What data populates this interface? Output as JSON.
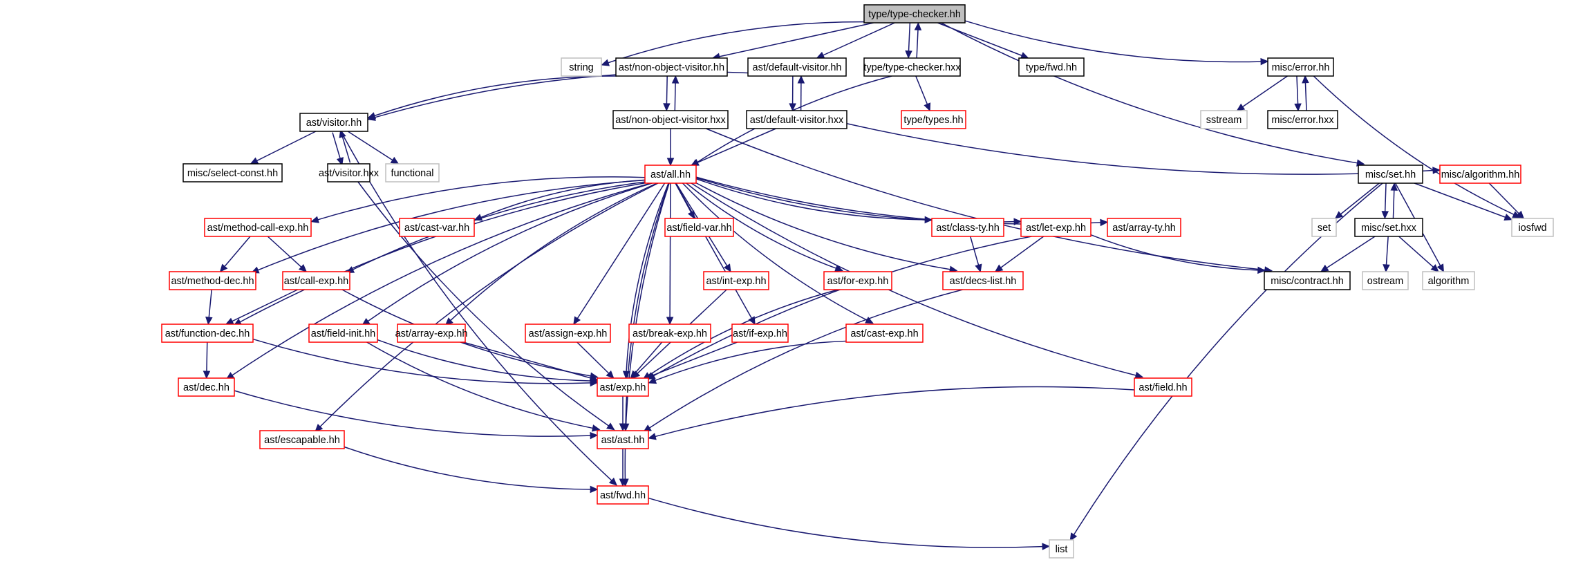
{
  "colors": {
    "edge": "#191970",
    "root_fill": "#bfbfbf",
    "root_stroke": "#000000",
    "normal_stroke": "#000000",
    "linked_stroke": "#ff0000",
    "external_stroke": "#bfbfbf",
    "external_text": "#000000",
    "fill": "#ffffff"
  },
  "nodes": [
    {
      "id": "tc_hh",
      "label": "type/type-checker.hh",
      "kind": "root"
    },
    {
      "id": "string",
      "label": "string",
      "kind": "external"
    },
    {
      "id": "novisitor_hh",
      "label": "ast/non-object-visitor.hh",
      "kind": "normal"
    },
    {
      "id": "defvisitor_hh",
      "label": "ast/default-visitor.hh",
      "kind": "normal"
    },
    {
      "id": "tc_hxx",
      "label": "type/type-checker.hxx",
      "kind": "normal"
    },
    {
      "id": "type_fwd",
      "label": "type/fwd.hh",
      "kind": "normal"
    },
    {
      "id": "misc_error_hh",
      "label": "misc/error.hh",
      "kind": "normal"
    },
    {
      "id": "visitor_hh",
      "label": "ast/visitor.hh",
      "kind": "normal"
    },
    {
      "id": "novisitor_hxx",
      "label": "ast/non-object-visitor.hxx",
      "kind": "normal"
    },
    {
      "id": "defvisitor_hxx",
      "label": "ast/default-visitor.hxx",
      "kind": "normal"
    },
    {
      "id": "type_types",
      "label": "type/types.hh",
      "kind": "linked"
    },
    {
      "id": "sstream",
      "label": "sstream",
      "kind": "external"
    },
    {
      "id": "misc_error_hxx",
      "label": "misc/error.hxx",
      "kind": "normal"
    },
    {
      "id": "select_const",
      "label": "misc/select-const.hh",
      "kind": "normal"
    },
    {
      "id": "visitor_hxx",
      "label": "ast/visitor.hxx",
      "kind": "normal"
    },
    {
      "id": "functional",
      "label": "functional",
      "kind": "external"
    },
    {
      "id": "all_hh",
      "label": "ast/all.hh",
      "kind": "linked"
    },
    {
      "id": "misc_set_hh",
      "label": "misc/set.hh",
      "kind": "normal"
    },
    {
      "id": "misc_algorithm",
      "label": "misc/algorithm.hh",
      "kind": "linked"
    },
    {
      "id": "method_call_exp",
      "label": "ast/method-call-exp.hh",
      "kind": "linked"
    },
    {
      "id": "cast_var",
      "label": "ast/cast-var.hh",
      "kind": "linked"
    },
    {
      "id": "field_var",
      "label": "ast/field-var.hh",
      "kind": "linked"
    },
    {
      "id": "class_ty",
      "label": "ast/class-ty.hh",
      "kind": "linked"
    },
    {
      "id": "let_exp",
      "label": "ast/let-exp.hh",
      "kind": "linked"
    },
    {
      "id": "array_ty",
      "label": "ast/array-ty.hh",
      "kind": "linked"
    },
    {
      "id": "set",
      "label": "set",
      "kind": "external"
    },
    {
      "id": "misc_set_hxx",
      "label": "misc/set.hxx",
      "kind": "normal"
    },
    {
      "id": "iosfwd",
      "label": "iosfwd",
      "kind": "external"
    },
    {
      "id": "method_dec",
      "label": "ast/method-dec.hh",
      "kind": "linked"
    },
    {
      "id": "call_exp",
      "label": "ast/call-exp.hh",
      "kind": "linked"
    },
    {
      "id": "int_exp",
      "label": "ast/int-exp.hh",
      "kind": "linked"
    },
    {
      "id": "for_exp",
      "label": "ast/for-exp.hh",
      "kind": "linked"
    },
    {
      "id": "decs_list",
      "label": "ast/decs-list.hh",
      "kind": "linked"
    },
    {
      "id": "misc_contract",
      "label": "misc/contract.hh",
      "kind": "normal"
    },
    {
      "id": "ostream",
      "label": "ostream",
      "kind": "external"
    },
    {
      "id": "algorithm",
      "label": "algorithm",
      "kind": "external"
    },
    {
      "id": "function_dec",
      "label": "ast/function-dec.hh",
      "kind": "linked"
    },
    {
      "id": "field_init",
      "label": "ast/field-init.hh",
      "kind": "linked"
    },
    {
      "id": "array_exp",
      "label": "ast/array-exp.hh",
      "kind": "linked"
    },
    {
      "id": "assign_exp",
      "label": "ast/assign-exp.hh",
      "kind": "linked"
    },
    {
      "id": "break_exp",
      "label": "ast/break-exp.hh",
      "kind": "linked"
    },
    {
      "id": "if_exp",
      "label": "ast/if-exp.hh",
      "kind": "linked"
    },
    {
      "id": "cast_exp",
      "label": "ast/cast-exp.hh",
      "kind": "linked"
    },
    {
      "id": "dec_hh",
      "label": "ast/dec.hh",
      "kind": "linked"
    },
    {
      "id": "exp_hh",
      "label": "ast/exp.hh",
      "kind": "linked"
    },
    {
      "id": "field_hh",
      "label": "ast/field.hh",
      "kind": "linked"
    },
    {
      "id": "ast_hh",
      "label": "ast/ast.hh",
      "kind": "linked"
    },
    {
      "id": "escapable",
      "label": "ast/escapable.hh",
      "kind": "linked"
    },
    {
      "id": "ast_fwd",
      "label": "ast/fwd.hh",
      "kind": "linked"
    },
    {
      "id": "list",
      "label": "list",
      "kind": "external"
    }
  ],
  "edges": [
    [
      "tc_hh",
      "string"
    ],
    [
      "tc_hh",
      "novisitor_hh"
    ],
    [
      "tc_hh",
      "defvisitor_hh"
    ],
    [
      "tc_hh",
      "tc_hxx"
    ],
    [
      "tc_hxx",
      "tc_hh"
    ],
    [
      "tc_hh",
      "type_fwd"
    ],
    [
      "tc_hh",
      "misc_error_hh"
    ],
    [
      "tc_hh",
      "misc_set_hh"
    ],
    [
      "novisitor_hh",
      "visitor_hh"
    ],
    [
      "novisitor_hh",
      "novisitor_hxx"
    ],
    [
      "novisitor_hxx",
      "novisitor_hh"
    ],
    [
      "defvisitor_hh",
      "visitor_hh"
    ],
    [
      "defvisitor_hh",
      "defvisitor_hxx"
    ],
    [
      "defvisitor_hxx",
      "defvisitor_hh"
    ],
    [
      "tc_hxx",
      "type_types"
    ],
    [
      "tc_hxx",
      "all_hh"
    ],
    [
      "misc_error_hh",
      "sstream"
    ],
    [
      "misc_error_hh",
      "misc_error_hxx"
    ],
    [
      "misc_error_hxx",
      "misc_error_hh"
    ],
    [
      "misc_error_hh",
      "iosfwd"
    ],
    [
      "visitor_hh",
      "select_const"
    ],
    [
      "visitor_hh",
      "visitor_hxx"
    ],
    [
      "visitor_hxx",
      "visitor_hh"
    ],
    [
      "visitor_hh",
      "functional"
    ],
    [
      "visitor_hh",
      "ast_fwd"
    ],
    [
      "visitor_hxx",
      "ast_hh"
    ],
    [
      "novisitor_hxx",
      "all_hh"
    ],
    [
      "novisitor_hxx",
      "misc_contract"
    ],
    [
      "defvisitor_hxx",
      "all_hh"
    ],
    [
      "defvisitor_hxx",
      "misc_algorithm"
    ],
    [
      "all_hh",
      "method_call_exp"
    ],
    [
      "all_hh",
      "cast_var"
    ],
    [
      "all_hh",
      "field_var"
    ],
    [
      "all_hh",
      "class_ty"
    ],
    [
      "all_hh",
      "let_exp"
    ],
    [
      "all_hh",
      "array_ty"
    ],
    [
      "all_hh",
      "method_dec"
    ],
    [
      "all_hh",
      "call_exp"
    ],
    [
      "all_hh",
      "int_exp"
    ],
    [
      "all_hh",
      "for_exp"
    ],
    [
      "all_hh",
      "decs_list"
    ],
    [
      "all_hh",
      "function_dec"
    ],
    [
      "all_hh",
      "field_init"
    ],
    [
      "all_hh",
      "array_exp"
    ],
    [
      "all_hh",
      "assign_exp"
    ],
    [
      "all_hh",
      "break_exp"
    ],
    [
      "all_hh",
      "if_exp"
    ],
    [
      "all_hh",
      "cast_exp"
    ],
    [
      "all_hh",
      "dec_hh"
    ],
    [
      "all_hh",
      "exp_hh"
    ],
    [
      "all_hh",
      "field_hh"
    ],
    [
      "all_hh",
      "ast_hh"
    ],
    [
      "all_hh",
      "escapable"
    ],
    [
      "all_hh",
      "ast_fwd"
    ],
    [
      "method_call_exp",
      "method_dec"
    ],
    [
      "method_call_exp",
      "call_exp"
    ],
    [
      "method_dec",
      "function_dec"
    ],
    [
      "call_exp",
      "function_dec"
    ],
    [
      "call_exp",
      "exp_hh"
    ],
    [
      "function_dec",
      "dec_hh"
    ],
    [
      "function_dec",
      "exp_hh"
    ],
    [
      "field_init",
      "exp_hh"
    ],
    [
      "field_init",
      "ast_hh"
    ],
    [
      "array_exp",
      "exp_hh"
    ],
    [
      "assign_exp",
      "exp_hh"
    ],
    [
      "break_exp",
      "exp_hh"
    ],
    [
      "if_exp",
      "exp_hh"
    ],
    [
      "cast_exp",
      "exp_hh"
    ],
    [
      "int_exp",
      "exp_hh"
    ],
    [
      "for_exp",
      "exp_hh"
    ],
    [
      "class_ty",
      "decs_list"
    ],
    [
      "let_exp",
      "decs_list"
    ],
    [
      "let_exp",
      "exp_hh"
    ],
    [
      "let_exp",
      "misc_contract"
    ],
    [
      "decs_list",
      "ast_hh"
    ],
    [
      "dec_hh",
      "ast_hh"
    ],
    [
      "exp_hh",
      "ast_hh"
    ],
    [
      "field_hh",
      "ast_hh"
    ],
    [
      "ast_hh",
      "ast_fwd"
    ],
    [
      "escapable",
      "ast_fwd"
    ],
    [
      "ast_fwd",
      "list"
    ],
    [
      "misc_set_hh",
      "set"
    ],
    [
      "misc_set_hh",
      "misc_set_hxx"
    ],
    [
      "misc_set_hxx",
      "misc_set_hh"
    ],
    [
      "misc_set_hh",
      "iosfwd"
    ],
    [
      "misc_set_hh",
      "algorithm"
    ],
    [
      "misc_set_hh",
      "list"
    ],
    [
      "misc_set_hxx",
      "misc_contract"
    ],
    [
      "misc_set_hxx",
      "ostream"
    ],
    [
      "misc_set_hxx",
      "algorithm"
    ],
    [
      "misc_algorithm",
      "iosfwd"
    ]
  ]
}
